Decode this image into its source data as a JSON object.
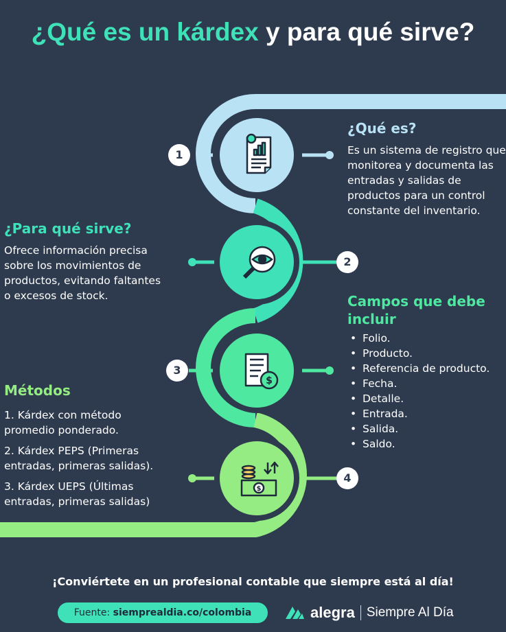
{
  "title": {
    "part1": "¿Qué es un kárdex",
    "part2": " y para qué sirve?"
  },
  "colors": {
    "background": "#2e3a4e",
    "teal": "#3fe1b8",
    "green": "#4fe8a0",
    "lime": "#95ec83",
    "light_blue": "#b9e2f5"
  },
  "steps": [
    {
      "number": "1",
      "icon": "document-chart-icon",
      "heading": "¿Qué es?",
      "body_lines": [
        "Es un sistema de registro que",
        "monitorea y documenta las",
        "entradas y salidas de",
        "productos para un control",
        "constante del inventario."
      ]
    },
    {
      "number": "2",
      "icon": "magnifier-eye-icon",
      "heading": "¿Para qué sirve?",
      "body_lines": [
        "Ofrece información precisa",
        "sobre los movimientos de",
        "productos, evitando faltantes",
        "o excesos de stock."
      ]
    },
    {
      "number": "3",
      "icon": "invoice-coin-icon",
      "heading_lines": [
        "Campos que debe",
        "incluir"
      ],
      "items": [
        "Folio.",
        "Producto.",
        "Referencia de producto.",
        "Fecha.",
        "Detalle.",
        "Entrada.",
        "Salida.",
        "Saldo."
      ]
    },
    {
      "number": "4",
      "icon": "money-stack-arrows-icon",
      "heading": "Métodos",
      "methods": [
        [
          "1. Kárdex con método",
          "promedio ponderado."
        ],
        [
          "2. Kárdex PEPS (Primeras",
          "entradas, primeras salidas)."
        ],
        [
          "3. Kárdex UEPS (Últimas",
          "entradas, primeras salidas)"
        ]
      ]
    }
  ],
  "footer": {
    "cta": "¡Conviértete en un profesional contable que siempre está al día!",
    "source_label": "Fuente: ",
    "source_url": "siemprealdia.co/colombia",
    "brand": "alegra",
    "tagline": "Siempre Al Día"
  }
}
